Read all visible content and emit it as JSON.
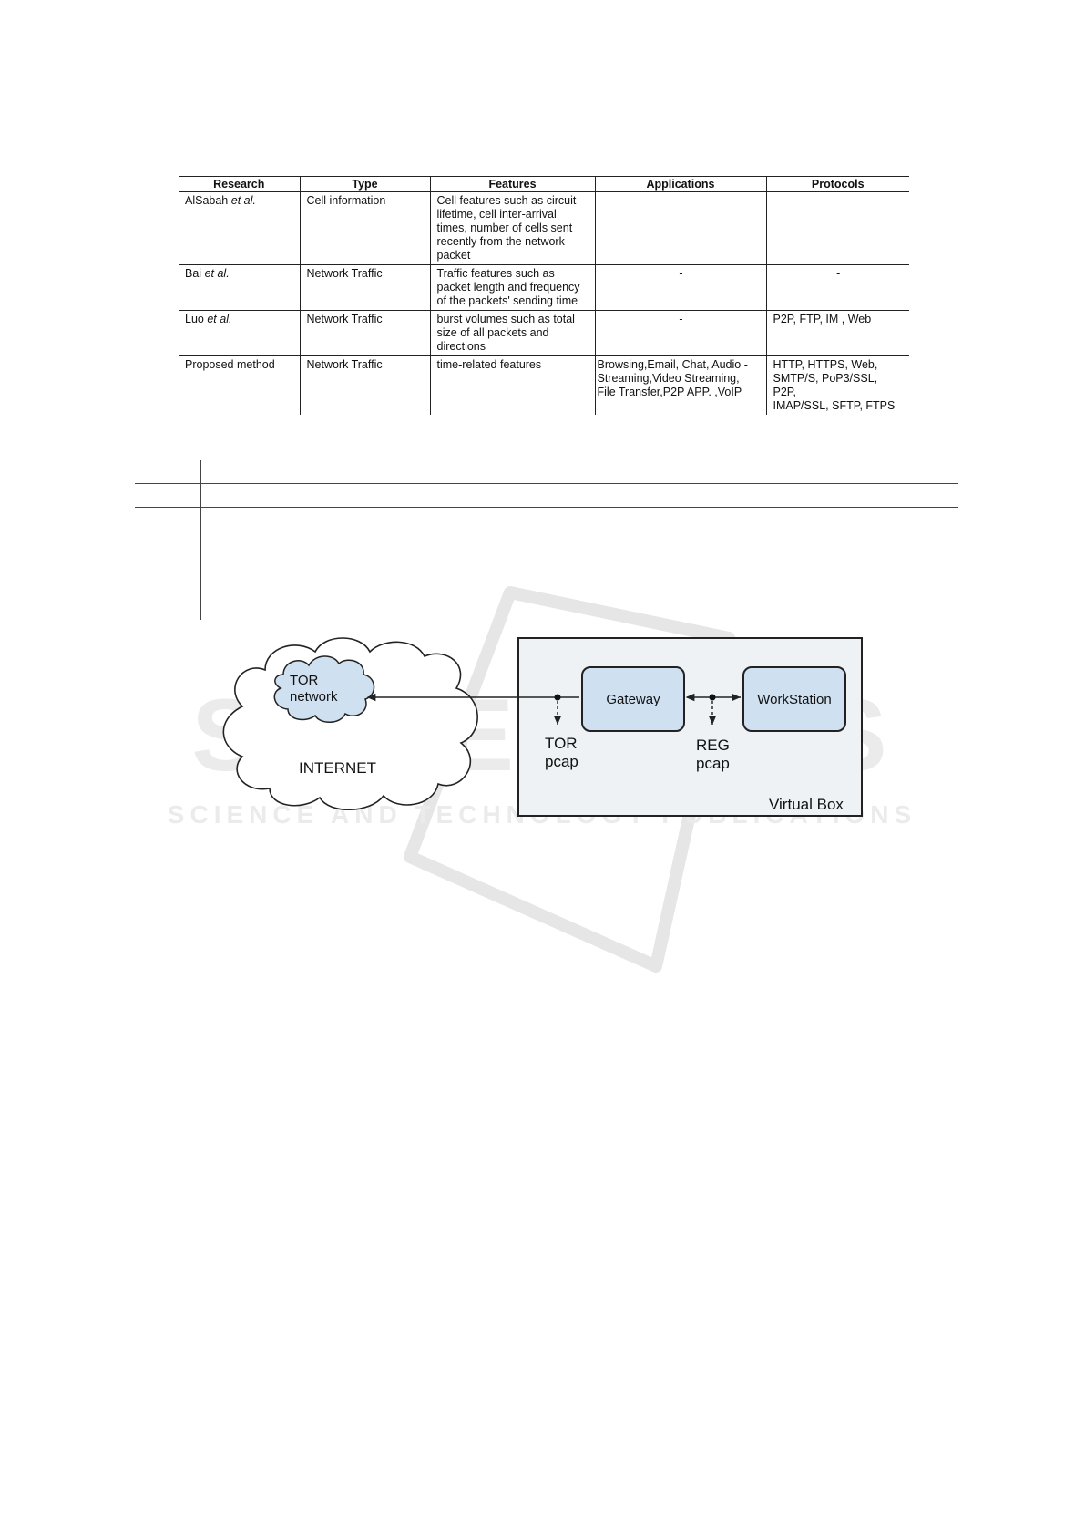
{
  "table1": {
    "headers": [
      "Research",
      "Type",
      "Features",
      "Applications",
      "Protocols"
    ],
    "rows": [
      {
        "research_name": "AlSabah",
        "research_suffix": "et al.",
        "type": "Cell information",
        "features": "Cell features such as circuit\nlifetime, cell inter-arrival\ntimes, number of cells sent\nrecently from the network\npacket",
        "applications": "-",
        "protocols": "-"
      },
      {
        "research_name": "Bai",
        "research_suffix": "et al.",
        "type": "Network Traffic",
        "features": "Traffic features such as\npacket length and frequency\nof the packets' sending time",
        "applications": "-",
        "protocols": "-"
      },
      {
        "research_name": "Luo",
        "research_suffix": "et al.",
        "type": "Network Traffic",
        "features": "burst volumes such as total\nsize of all packets and\ndirections",
        "applications": "-",
        "protocols": "P2P, FTP, IM , Web"
      },
      {
        "research_name": "Proposed method",
        "research_suffix": "",
        "type": "Network Traffic",
        "features": "time-related features",
        "applications": "Browsing,Email, Chat, Audio -\nStreaming,Video Streaming,\nFile Transfer,P2P APP. ,VoIP",
        "protocols": "HTTP, HTTPS, Web,\nSMTP/S, PoP3/SSL, P2P,\nIMAP/SSL, SFTP, FTPS"
      }
    ]
  },
  "diagram": {
    "cloud_outer_label": "INTERNET",
    "cloud_inner_label_line1": "TOR",
    "cloud_inner_label_line2": "network",
    "gateway_label": "Gateway",
    "workstation_label": "WorkStation",
    "tor_pcap_line1": "TOR",
    "tor_pcap_line2": "pcap",
    "reg_pcap_line1": "REG",
    "reg_pcap_line2": "pcap",
    "virtualbox_label": "Virtual Box",
    "colors": {
      "box_fill": "#cfe0f0",
      "virtualbox_fill": "#eef2f5",
      "stroke": "#222222"
    }
  },
  "watermark": {
    "line1": "SCITEPRESS",
    "line2": "SCIENCE AND TECHNOLOGY PUBLICATIONS"
  }
}
